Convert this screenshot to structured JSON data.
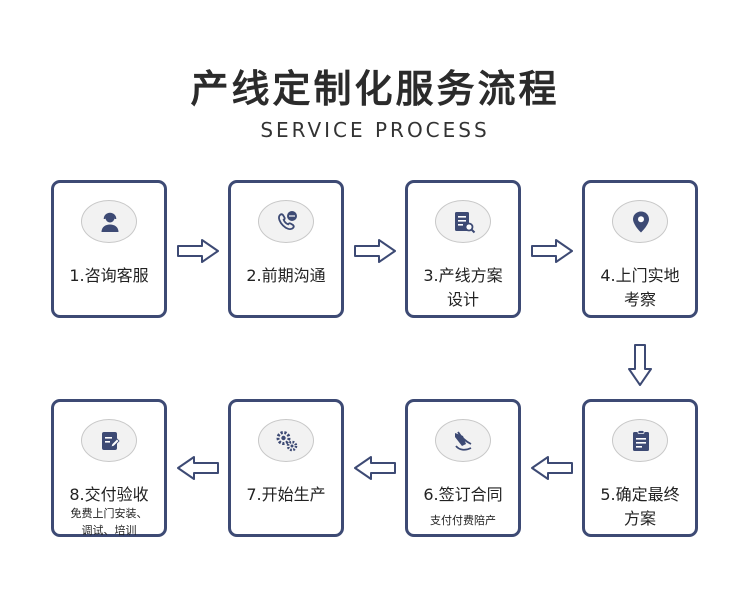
{
  "header": {
    "title": "产线定制化服务流程",
    "subtitle": "SERVICE PROCESS"
  },
  "steps": [
    {
      "label": "1.咨询客服",
      "icon": "customer-service-icon"
    },
    {
      "label": "2.前期沟通",
      "icon": "phone-chat-icon"
    },
    {
      "label": "3.产线方案",
      "label2": "设计",
      "icon": "document-search-icon"
    },
    {
      "label": "4.上门实地",
      "label2": "考察",
      "icon": "location-pin-icon"
    },
    {
      "label": "5.确定最终",
      "label2": "方案",
      "icon": "clipboard-icon"
    },
    {
      "label": "6.签订合同",
      "sub": "支付付费陪产",
      "icon": "sign-contract-icon"
    },
    {
      "label": "7.开始生产",
      "icon": "gears-icon"
    },
    {
      "label": "8.交付验收",
      "sub": "免费上门安装、",
      "sub2": "调试、培训",
      "icon": "edit-document-icon"
    }
  ],
  "colors": {
    "border": "#3d4a74",
    "icon": "#3d4a74"
  }
}
